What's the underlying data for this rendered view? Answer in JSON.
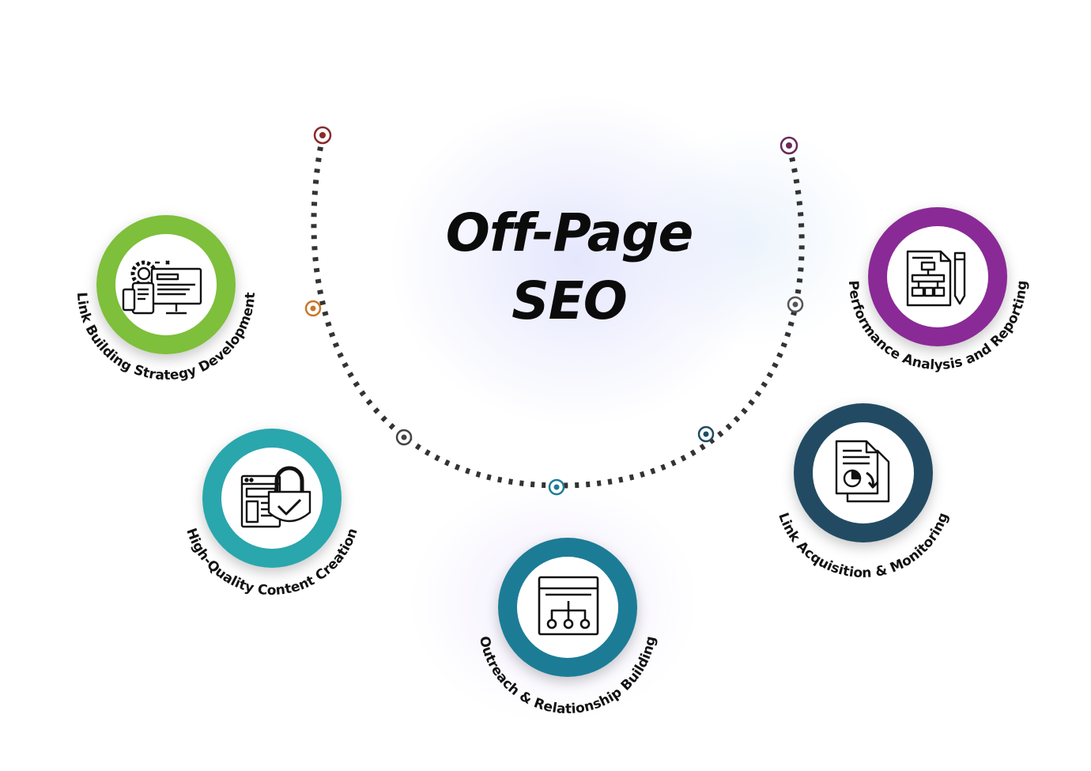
{
  "title": {
    "line1": "Off-Page",
    "line2": "SEO"
  },
  "nodes": [
    {
      "label": "Link Building Strategy Development",
      "color": "#7ebf3a",
      "icon": "devices-gear-icon"
    },
    {
      "label": "High-Quality Content Creation",
      "color": "#2aa6ad",
      "icon": "webpage-lock-icon"
    },
    {
      "label": "Outreach & Relationship Building",
      "color": "#1f7c96",
      "icon": "sitemap-board-icon"
    },
    {
      "label": "Link Acquisition & Monitoring",
      "color": "#204b63",
      "icon": "report-documents-icon"
    },
    {
      "label": "Performance Analysis and Reporting",
      "color": "#8a2b96",
      "icon": "flowchart-pencil-icon"
    }
  ],
  "colors": {
    "dots": "#333333",
    "text": "#111111"
  }
}
